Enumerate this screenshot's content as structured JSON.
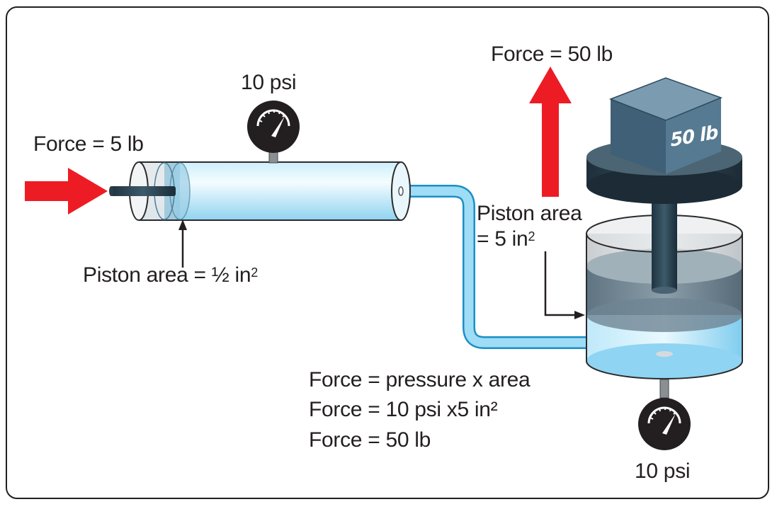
{
  "labels": {
    "force_output": "Force = 50 lb",
    "pressure_top": "10 psi",
    "force_input": "Force = 5 lb",
    "piston_area_small": "Piston area = ½ in",
    "piston_area_small_exp": "2",
    "piston_area_large_line1": "Piston area",
    "piston_area_large_line2": "= 5 in",
    "piston_area_large_exp": "2",
    "formula_line1": "Force = pressure x area",
    "formula_line2": "Force = 10 psi x5 in²",
    "formula_line3": "Force = 50 lb",
    "pressure_bottom": "10 psi",
    "weight": "50 lb"
  },
  "icons": {
    "input_arrow": "arrow-right-icon",
    "output_arrow": "arrow-up-icon",
    "gauges": "pressure-gauge-icon"
  },
  "colors": {
    "arrow": "#ed1c24",
    "fluid": "#9ddcf5",
    "gauge": "#231f20",
    "piston": "#2c3e4a",
    "weight": "#4a6d82",
    "text": "#231f20"
  }
}
